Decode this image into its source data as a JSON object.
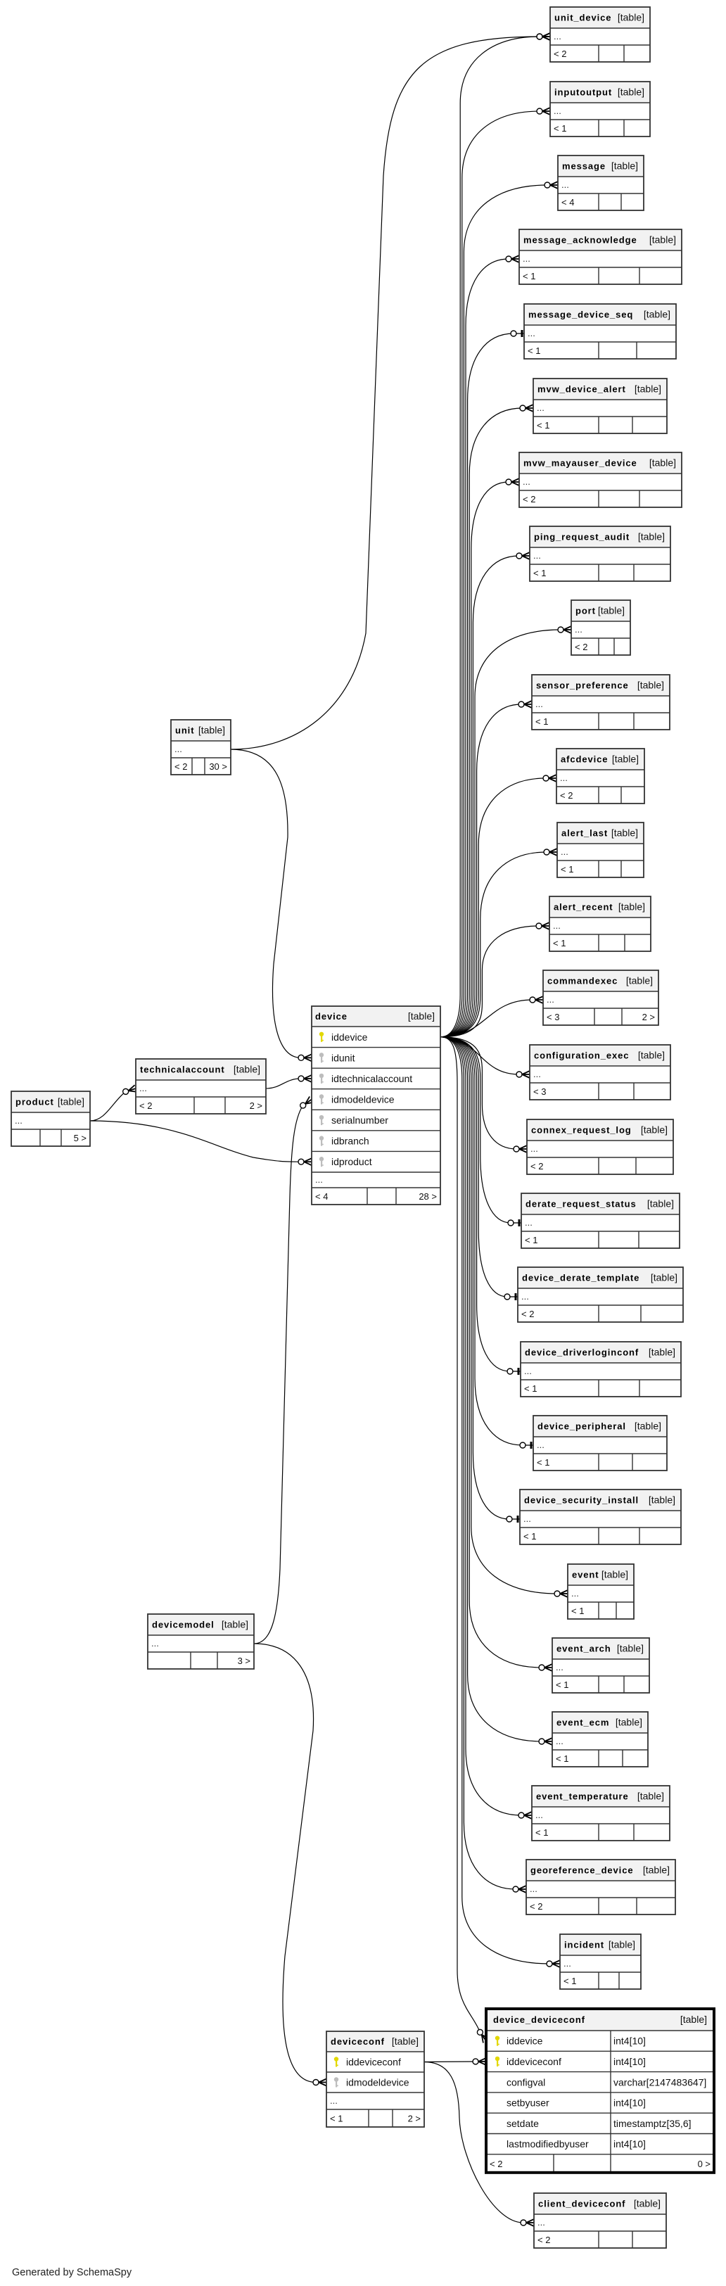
{
  "generated_by": "Generated by SchemaSpy",
  "colors": {
    "primary_key_icon": "#e2d800",
    "index_key_icon": "#bdbdbd",
    "header_background": "#f2f2f2",
    "border": "#333333",
    "edge": "#000000"
  },
  "tables": [
    {
      "name": "unit_device",
      "type": "[table]",
      "columns": [],
      "ellipsis": "...",
      "footer": {
        "parents": "< 2",
        "children": ""
      }
    },
    {
      "name": "inputoutput",
      "type": "[table]",
      "columns": [],
      "ellipsis": "...",
      "footer": {
        "parents": "< 1",
        "children": ""
      }
    },
    {
      "name": "message",
      "type": "[table]",
      "columns": [],
      "ellipsis": "...",
      "footer": {
        "parents": "< 4",
        "children": ""
      }
    },
    {
      "name": "message_acknowledge",
      "type": "[table]",
      "columns": [],
      "ellipsis": "...",
      "footer": {
        "parents": "< 1",
        "children": ""
      }
    },
    {
      "name": "message_device_seq",
      "type": "[table]",
      "columns": [],
      "ellipsis": "...",
      "footer": {
        "parents": "< 1",
        "children": ""
      }
    },
    {
      "name": "mvw_device_alert",
      "type": "[table]",
      "columns": [],
      "ellipsis": "...",
      "footer": {
        "parents": "< 1",
        "children": ""
      }
    },
    {
      "name": "mvw_mayauser_device",
      "type": "[table]",
      "columns": [],
      "ellipsis": "...",
      "footer": {
        "parents": "< 2",
        "children": ""
      }
    },
    {
      "name": "ping_request_audit",
      "type": "[table]",
      "columns": [],
      "ellipsis": "...",
      "footer": {
        "parents": "< 1",
        "children": ""
      }
    },
    {
      "name": "port",
      "type": "[table]",
      "columns": [],
      "ellipsis": "...",
      "footer": {
        "parents": "< 2",
        "children": ""
      }
    },
    {
      "name": "sensor_preference",
      "type": "[table]",
      "columns": [],
      "ellipsis": "...",
      "footer": {
        "parents": "< 1",
        "children": ""
      }
    },
    {
      "name": "afcdevice",
      "type": "[table]",
      "columns": [],
      "ellipsis": "...",
      "footer": {
        "parents": "< 2",
        "children": ""
      }
    },
    {
      "name": "alert_last",
      "type": "[table]",
      "columns": [],
      "ellipsis": "...",
      "footer": {
        "parents": "< 1",
        "children": ""
      }
    },
    {
      "name": "alert_recent",
      "type": "[table]",
      "columns": [],
      "ellipsis": "...",
      "footer": {
        "parents": "< 1",
        "children": ""
      }
    },
    {
      "name": "commandexec",
      "type": "[table]",
      "columns": [],
      "ellipsis": "...",
      "footer": {
        "parents": "< 3",
        "children": "2 >"
      }
    },
    {
      "name": "configuration_exec",
      "type": "[table]",
      "columns": [],
      "ellipsis": "...",
      "footer": {
        "parents": "< 3",
        "children": ""
      }
    },
    {
      "name": "connex_request_log",
      "type": "[table]",
      "columns": [],
      "ellipsis": "...",
      "footer": {
        "parents": "< 2",
        "children": ""
      }
    },
    {
      "name": "derate_request_status",
      "type": "[table]",
      "columns": [],
      "ellipsis": "...",
      "footer": {
        "parents": "< 1",
        "children": ""
      }
    },
    {
      "name": "device_derate_template",
      "type": "[table]",
      "columns": [],
      "ellipsis": "...",
      "footer": {
        "parents": "< 2",
        "children": ""
      }
    },
    {
      "name": "device_driverloginconf",
      "type": "[table]",
      "columns": [],
      "ellipsis": "...",
      "footer": {
        "parents": "< 1",
        "children": ""
      }
    },
    {
      "name": "device_peripheral",
      "type": "[table]",
      "columns": [],
      "ellipsis": "...",
      "footer": {
        "parents": "< 1",
        "children": ""
      }
    },
    {
      "name": "device_security_install",
      "type": "[table]",
      "columns": [],
      "ellipsis": "...",
      "footer": {
        "parents": "< 1",
        "children": ""
      }
    },
    {
      "name": "event",
      "type": "[table]",
      "columns": [],
      "ellipsis": "...",
      "footer": {
        "parents": "< 1",
        "children": ""
      }
    },
    {
      "name": "event_arch",
      "type": "[table]",
      "columns": [],
      "ellipsis": "...",
      "footer": {
        "parents": "< 1",
        "children": ""
      }
    },
    {
      "name": "event_ecm",
      "type": "[table]",
      "columns": [],
      "ellipsis": "...",
      "footer": {
        "parents": "< 1",
        "children": ""
      }
    },
    {
      "name": "event_temperature",
      "type": "[table]",
      "columns": [],
      "ellipsis": "...",
      "footer": {
        "parents": "< 1",
        "children": ""
      }
    },
    {
      "name": "georeference_device",
      "type": "[table]",
      "columns": [],
      "ellipsis": "...",
      "footer": {
        "parents": "< 2",
        "children": ""
      }
    },
    {
      "name": "incident",
      "type": "[table]",
      "columns": [],
      "ellipsis": "...",
      "footer": {
        "parents": "< 1",
        "children": ""
      }
    },
    {
      "name": "unit",
      "type": "[table]",
      "columns": [],
      "ellipsis": "...",
      "footer": {
        "parents": "< 2",
        "children": "30 >"
      }
    },
    {
      "name": "technicalaccount",
      "type": "[table]",
      "columns": [],
      "ellipsis": "...",
      "footer": {
        "parents": "< 2",
        "children": "2 >"
      }
    },
    {
      "name": "product",
      "type": "[table]",
      "columns": [],
      "ellipsis": "...",
      "footer": {
        "parents": "",
        "children": "5 >"
      }
    },
    {
      "name": "device",
      "type": "[table]",
      "columns": [
        {
          "name": "iddevice",
          "key": "primary"
        },
        {
          "name": "idunit",
          "key": "index"
        },
        {
          "name": "idtechnicalaccount",
          "key": "index"
        },
        {
          "name": "idmodeldevice",
          "key": "index"
        },
        {
          "name": "serialnumber",
          "key": "index"
        },
        {
          "name": "idbranch",
          "key": "index"
        },
        {
          "name": "idproduct",
          "key": "index"
        }
      ],
      "ellipsis": "...",
      "footer": {
        "parents": "< 4",
        "children": "28 >"
      }
    },
    {
      "name": "devicemodel",
      "type": "[table]",
      "columns": [],
      "ellipsis": "...",
      "footer": {
        "parents": "",
        "children": "3 >"
      }
    },
    {
      "name": "deviceconf",
      "type": "[table]",
      "columns": [
        {
          "name": "iddeviceconf",
          "key": "primary"
        },
        {
          "name": "idmodeldevice",
          "key": "index"
        }
      ],
      "ellipsis": "...",
      "footer": {
        "parents": "< 1",
        "children": "2 >"
      }
    },
    {
      "name": "device_deviceconf",
      "type": "[table]",
      "focused": true,
      "columns": [
        {
          "name": "iddevice",
          "key": "primary",
          "datatype": "int4[10]"
        },
        {
          "name": "iddeviceconf",
          "key": "primary",
          "datatype": "int4[10]"
        },
        {
          "name": "configval",
          "key": null,
          "datatype": "varchar[2147483647]"
        },
        {
          "name": "setbyuser",
          "key": null,
          "datatype": "int4[10]"
        },
        {
          "name": "setdate",
          "key": null,
          "datatype": "timestamptz[35,6]"
        },
        {
          "name": "lastmodifiedbyuser",
          "key": null,
          "datatype": "int4[10]"
        }
      ],
      "ellipsis": null,
      "footer": {
        "parents": "< 2",
        "children": "0 >"
      }
    },
    {
      "name": "client_deviceconf",
      "type": "[table]",
      "columns": [],
      "ellipsis": "...",
      "footer": {
        "parents": "< 2",
        "children": ""
      }
    }
  ],
  "relationships": [
    {
      "parent": "unit",
      "child": "unit_device",
      "cardinality": "zero-or-many"
    },
    {
      "parent": "unit",
      "child": "device.idunit",
      "cardinality": "zero-or-many"
    },
    {
      "parent": "technicalaccount",
      "child": "device.idtechnicalaccount",
      "cardinality": "zero-or-many"
    },
    {
      "parent": "product",
      "child": "technicalaccount",
      "cardinality": "zero-or-many"
    },
    {
      "parent": "product",
      "child": "device.idproduct",
      "cardinality": "zero-or-many"
    },
    {
      "parent": "devicemodel",
      "child": "device.idmodeldevice",
      "cardinality": "zero-or-many"
    },
    {
      "parent": "devicemodel",
      "child": "deviceconf.idmodeldevice",
      "cardinality": "zero-or-many"
    },
    {
      "parent": "device.iddevice",
      "child": "unit_device",
      "cardinality": "zero-or-many"
    },
    {
      "parent": "device.iddevice",
      "child": "inputoutput",
      "cardinality": "zero-or-many"
    },
    {
      "parent": "device.iddevice",
      "child": "message",
      "cardinality": "zero-or-many"
    },
    {
      "parent": "device.iddevice",
      "child": "message_acknowledge",
      "cardinality": "zero-or-many"
    },
    {
      "parent": "device.iddevice",
      "child": "message_device_seq",
      "cardinality": "zero-or-one"
    },
    {
      "parent": "device.iddevice",
      "child": "mvw_device_alert",
      "cardinality": "zero-or-many"
    },
    {
      "parent": "device.iddevice",
      "child": "mvw_mayauser_device",
      "cardinality": "zero-or-many"
    },
    {
      "parent": "device.iddevice",
      "child": "ping_request_audit",
      "cardinality": "zero-or-many"
    },
    {
      "parent": "device.iddevice",
      "child": "port",
      "cardinality": "zero-or-many"
    },
    {
      "parent": "device.iddevice",
      "child": "sensor_preference",
      "cardinality": "zero-or-many"
    },
    {
      "parent": "device.iddevice",
      "child": "afcdevice",
      "cardinality": "zero-or-many"
    },
    {
      "parent": "device.iddevice",
      "child": "alert_last",
      "cardinality": "zero-or-many"
    },
    {
      "parent": "device.iddevice",
      "child": "alert_recent",
      "cardinality": "zero-or-many"
    },
    {
      "parent": "device.iddevice",
      "child": "commandexec",
      "cardinality": "zero-or-many"
    },
    {
      "parent": "device.iddevice",
      "child": "configuration_exec",
      "cardinality": "zero-or-many"
    },
    {
      "parent": "device.iddevice",
      "child": "connex_request_log",
      "cardinality": "zero-or-many"
    },
    {
      "parent": "device.iddevice",
      "child": "derate_request_status",
      "cardinality": "zero-or-one"
    },
    {
      "parent": "device.iddevice",
      "child": "device_derate_template",
      "cardinality": "zero-or-one"
    },
    {
      "parent": "device.iddevice",
      "child": "device_driverloginconf",
      "cardinality": "zero-or-one"
    },
    {
      "parent": "device.iddevice",
      "child": "device_peripheral",
      "cardinality": "zero-or-one"
    },
    {
      "parent": "device.iddevice",
      "child": "device_security_install",
      "cardinality": "zero-or-one"
    },
    {
      "parent": "device.iddevice",
      "child": "event",
      "cardinality": "zero-or-many"
    },
    {
      "parent": "device.iddevice",
      "child": "event_arch",
      "cardinality": "zero-or-many"
    },
    {
      "parent": "device.iddevice",
      "child": "event_ecm",
      "cardinality": "zero-or-many"
    },
    {
      "parent": "device.iddevice",
      "child": "event_temperature",
      "cardinality": "zero-or-many"
    },
    {
      "parent": "device.iddevice",
      "child": "georeference_device",
      "cardinality": "zero-or-many"
    },
    {
      "parent": "device.iddevice",
      "child": "incident",
      "cardinality": "zero-or-many"
    },
    {
      "parent": "device.iddevice",
      "child": "device_deviceconf.iddevice",
      "cardinality": "zero-or-many"
    },
    {
      "parent": "deviceconf.iddeviceconf",
      "child": "device_deviceconf.iddeviceconf",
      "cardinality": "zero-or-many"
    },
    {
      "parent": "deviceconf.iddeviceconf",
      "child": "client_deviceconf",
      "cardinality": "zero-or-many"
    }
  ]
}
